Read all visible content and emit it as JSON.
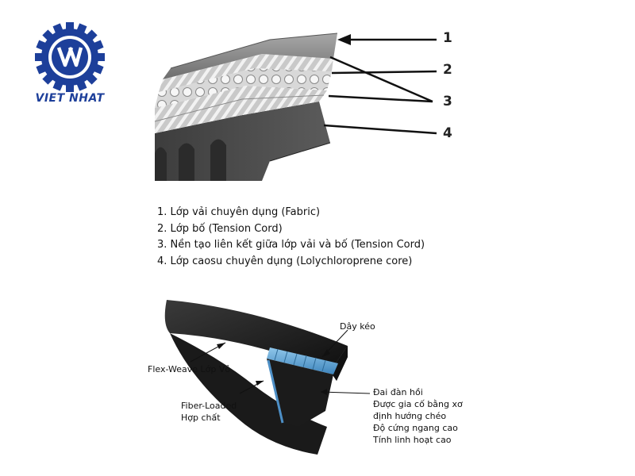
{
  "logo": {
    "text": "VIET NHAT",
    "color": "#1d3f9a"
  },
  "top_diagram": {
    "callouts": [
      "1",
      "2",
      "3",
      "4"
    ]
  },
  "legend": [
    "1. Lớp vải chuyên dụng (Fabric)",
    "2. Lớp bố (Tension Cord)",
    "3. Nền tạo liên kết giữa lớp vải và bố (Tension Cord)",
    "4. Lớp caosu chuyên dụng (Lolychloroprene core)"
  ],
  "bottom_diagram": {
    "tension_label": "Dây kéo",
    "cover_label": "Flex-Weave Lớp Vỏ",
    "compound_label_line1": "Fiber-Loaded",
    "compound_label_line2": "Hợp chất",
    "core_lines": [
      "Đai đàn hồi",
      "Được gia cố bằng xơ",
      "định hướng chéo",
      "Độ cứng ngang cao",
      "Tính linh hoạt cao"
    ]
  }
}
